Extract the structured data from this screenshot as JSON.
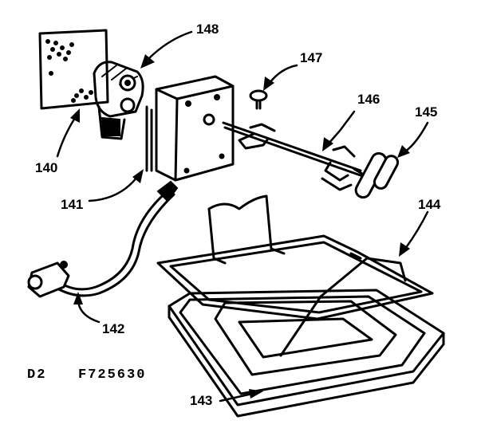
{
  "labels": {
    "140": "140",
    "141": "141",
    "142": "142",
    "143": "143",
    "144": "144",
    "145": "145",
    "146": "146",
    "147": "147",
    "148": "148"
  },
  "footer": {
    "left": "D2",
    "right": "F725630"
  }
}
